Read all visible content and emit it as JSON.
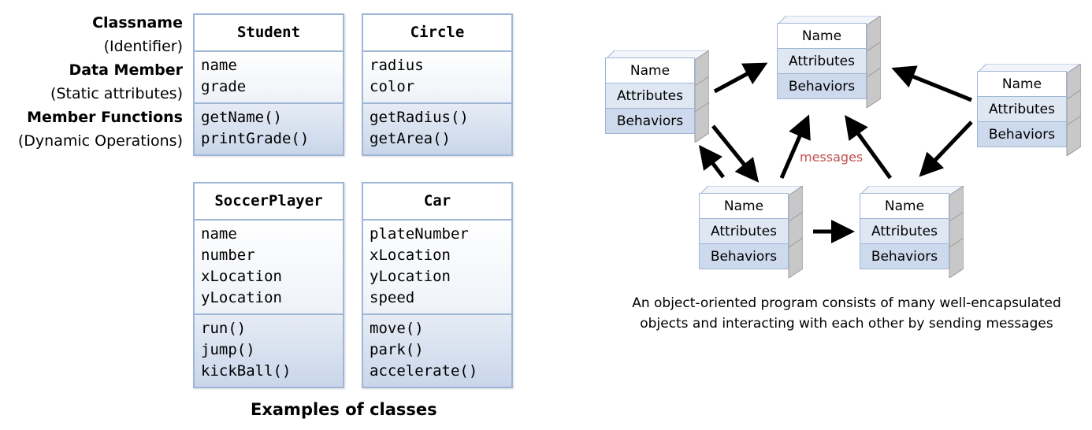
{
  "legend": {
    "classname": "Classname",
    "identifier": "(Identifier)",
    "data_member": "Data Member",
    "static_attributes": "(Static attributes)",
    "member_functions": "Member Functions",
    "dynamic_operations": "(Dynamic Operations)"
  },
  "classes": {
    "student": {
      "name": "Student",
      "attrs": [
        "name",
        "grade"
      ],
      "funcs": [
        "getName()",
        "printGrade()"
      ]
    },
    "circle": {
      "name": "Circle",
      "attrs": [
        "radius",
        "color"
      ],
      "funcs": [
        "getRadius()",
        "getArea()"
      ]
    },
    "soccer": {
      "name": "SoccerPlayer",
      "attrs": [
        "name",
        "number",
        "xLocation",
        "yLocation"
      ],
      "funcs": [
        "run()",
        "jump()",
        "kickBall()"
      ]
    },
    "car": {
      "name": "Car",
      "attrs": [
        "plateNumber",
        "xLocation",
        "yLocation",
        "speed"
      ],
      "funcs": [
        "move()",
        "park()",
        "accelerate()"
      ]
    }
  },
  "left_caption": "Examples of classes",
  "object": {
    "name": "Name",
    "attributes": "Attributes",
    "behaviors": "Behaviors"
  },
  "messages_label": "messages",
  "right_caption": {
    "line1": "An object-oriented program consists of many well-encapsulated",
    "line2": "objects and interacting with each other by sending messages"
  },
  "colors": {
    "box_border": "#9fb6d6",
    "func_fill": "#c9d6ea",
    "message": "#c0504d"
  }
}
